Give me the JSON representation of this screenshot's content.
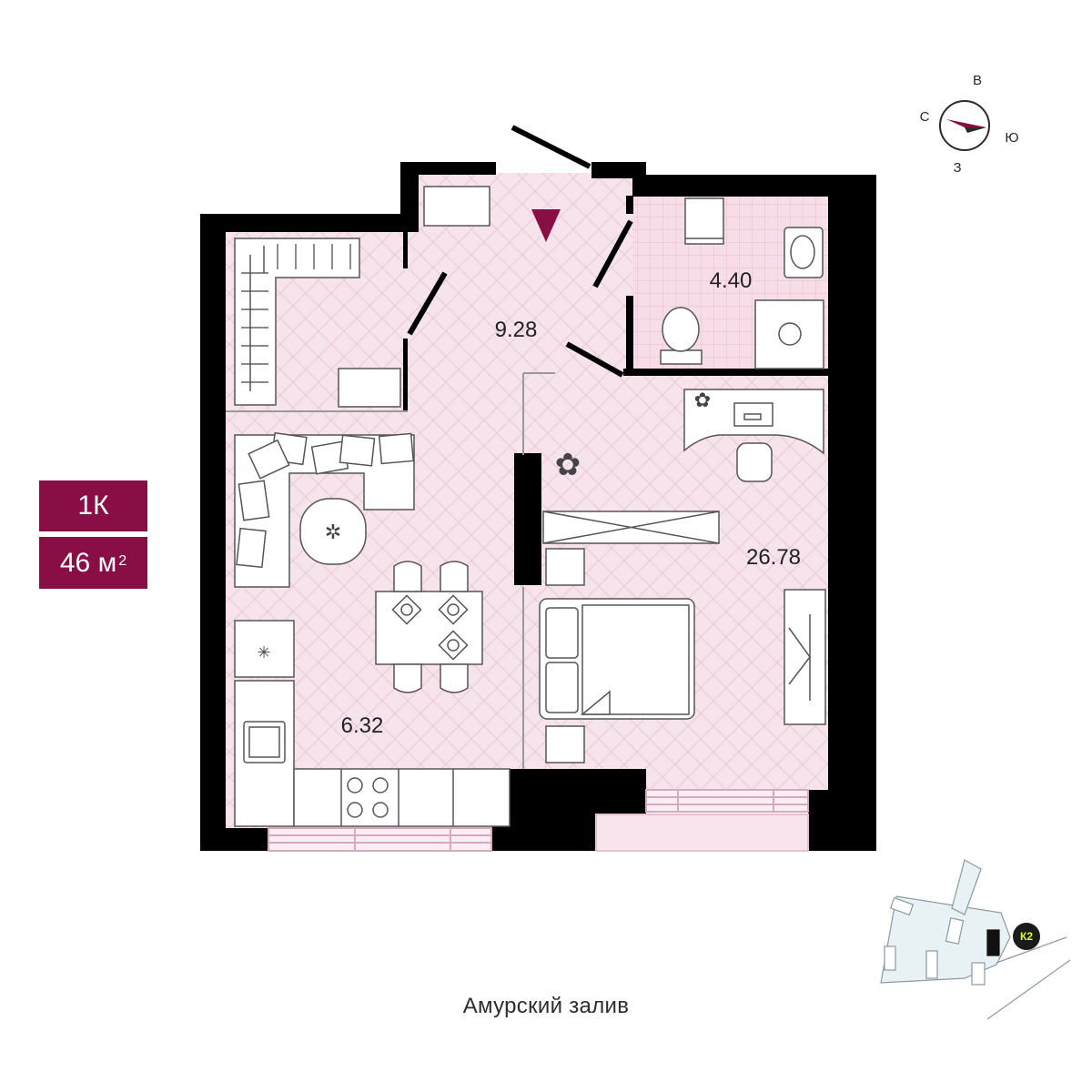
{
  "apartment": {
    "type": "1К",
    "area_value": "46 м",
    "area_unit_sup": "2"
  },
  "rooms": [
    {
      "id": "hallway",
      "label": "9.28"
    },
    {
      "id": "bathroom",
      "label": "4.40"
    },
    {
      "id": "kitchen-living",
      "label": "6.32"
    },
    {
      "id": "bedroom",
      "label": "26.78"
    }
  ],
  "compass": {
    "north": "С",
    "south": "Ю",
    "east": "В",
    "west": "З"
  },
  "caption": "Амурский залив",
  "minimap": {
    "building_label": "К2"
  },
  "colors": {
    "accent": "#8a0e46",
    "floor": "#f6e4ec",
    "wall": "#000000",
    "tile": "#f5dde7"
  }
}
